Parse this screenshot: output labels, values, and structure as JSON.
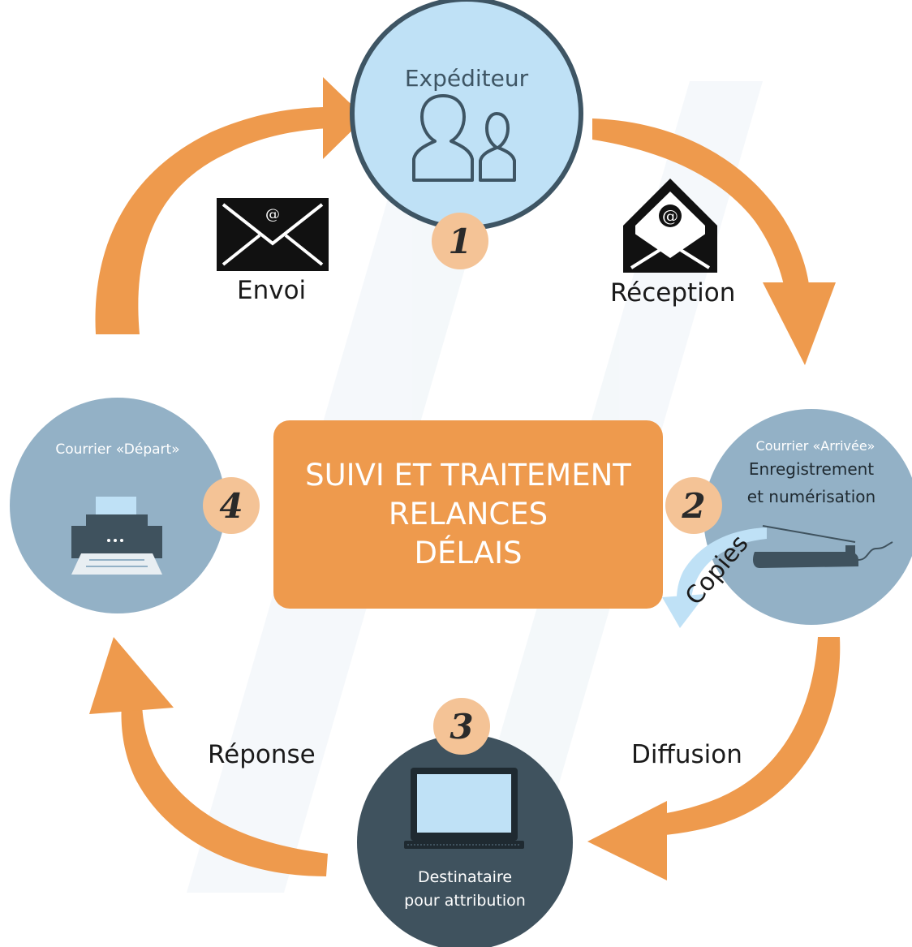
{
  "nodes": {
    "sender": {
      "title": "Expéditeur",
      "step": "1",
      "icon": "users-icon"
    },
    "incoming": {
      "title": "Courrier «Arrivée»",
      "line1": "Enregistrement",
      "line2": "et numérisation",
      "step": "2",
      "icon": "scanner-icon"
    },
    "recipient": {
      "line1": "Destinataire",
      "line2": "pour attribution",
      "step": "3",
      "icon": "laptop-icon"
    },
    "outgoing": {
      "title": "Courrier «Départ»",
      "step": "4",
      "icon": "printer-icon"
    }
  },
  "center": {
    "line1": "SUIVI ET TRAITEMENT",
    "line2": "RELANCES",
    "line3": "DÉLAIS"
  },
  "flows": {
    "envoi": "Envoi",
    "reception": "Réception",
    "diffusion": "Diffusion",
    "reponse": "Réponse",
    "copies": "Copies"
  },
  "colors": {
    "arrow": "#ee9a4d",
    "sender_fill": "#bfe1f6",
    "sender_ring": "#3e5564",
    "side_node": "#93b1c6",
    "recipient_fill": "#3f525e",
    "badge": "#f4c396",
    "center_box": "#ee9a4d"
  }
}
